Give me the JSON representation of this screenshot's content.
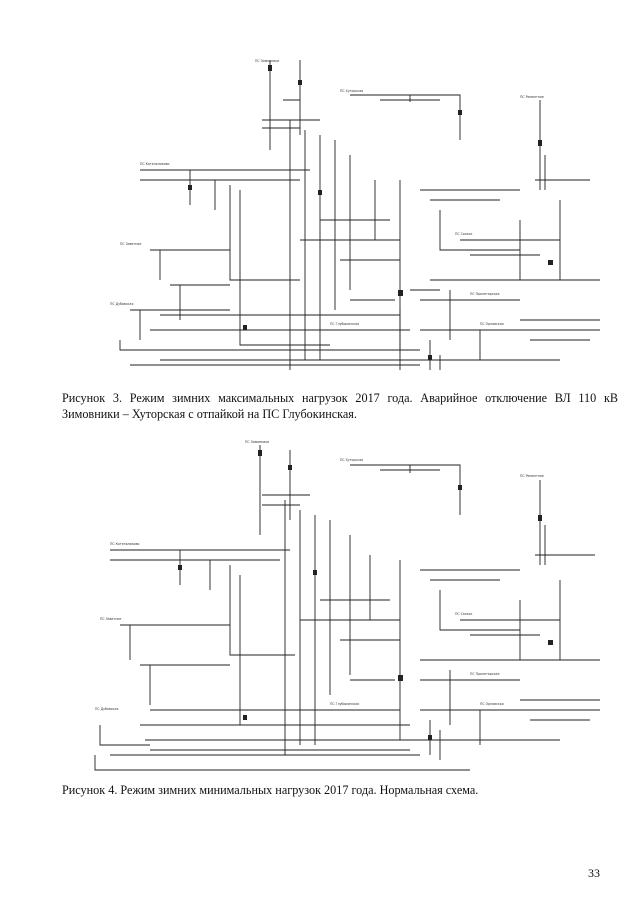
{
  "figure3": {
    "caption_line1": "Рисунок 3. Режим зимних максимальных нагрузок 2017 года. Аварийное отключение ВЛ 110 кВ",
    "caption_line2": "Зимовники – Хуторская с отпайкой на ПС Глубокинская."
  },
  "figure4": {
    "caption": "Рисунок 4. Режим зимних минимальных нагрузок 2017 года. Нормальная схема."
  },
  "page_number": "33"
}
